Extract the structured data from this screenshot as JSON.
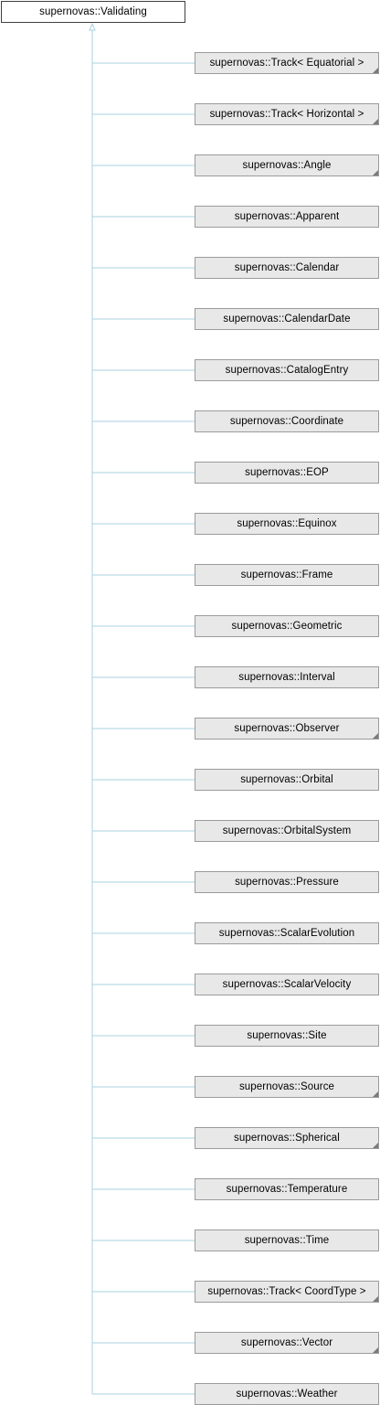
{
  "diagram": {
    "colors": {
      "edge": "#a8d1e0",
      "node_fill": "#e8e8e8",
      "node_border": "#9b9b9b",
      "root_border": "#404040"
    },
    "root": {
      "label": "supernovas::Validating"
    },
    "children": [
      {
        "label": "supernovas::Track< Equatorial >",
        "has_more": true
      },
      {
        "label": "supernovas::Track< Horizontal >",
        "has_more": true
      },
      {
        "label": "supernovas::Angle",
        "has_more": true
      },
      {
        "label": "supernovas::Apparent",
        "has_more": false
      },
      {
        "label": "supernovas::Calendar",
        "has_more": false
      },
      {
        "label": "supernovas::CalendarDate",
        "has_more": false
      },
      {
        "label": "supernovas::CatalogEntry",
        "has_more": false
      },
      {
        "label": "supernovas::Coordinate",
        "has_more": false
      },
      {
        "label": "supernovas::EOP",
        "has_more": false
      },
      {
        "label": "supernovas::Equinox",
        "has_more": false
      },
      {
        "label": "supernovas::Frame",
        "has_more": false
      },
      {
        "label": "supernovas::Geometric",
        "has_more": false
      },
      {
        "label": "supernovas::Interval",
        "has_more": false
      },
      {
        "label": "supernovas::Observer",
        "has_more": true
      },
      {
        "label": "supernovas::Orbital",
        "has_more": false
      },
      {
        "label": "supernovas::OrbitalSystem",
        "has_more": false
      },
      {
        "label": "supernovas::Pressure",
        "has_more": false
      },
      {
        "label": "supernovas::ScalarEvolution",
        "has_more": false
      },
      {
        "label": "supernovas::ScalarVelocity",
        "has_more": false
      },
      {
        "label": "supernovas::Site",
        "has_more": false
      },
      {
        "label": "supernovas::Source",
        "has_more": true
      },
      {
        "label": "supernovas::Spherical",
        "has_more": true
      },
      {
        "label": "supernovas::Temperature",
        "has_more": false
      },
      {
        "label": "supernovas::Time",
        "has_more": false
      },
      {
        "label": "supernovas::Track< CoordType >",
        "has_more": true
      },
      {
        "label": "supernovas::Vector",
        "has_more": true
      },
      {
        "label": "supernovas::Weather",
        "has_more": false
      }
    ]
  }
}
